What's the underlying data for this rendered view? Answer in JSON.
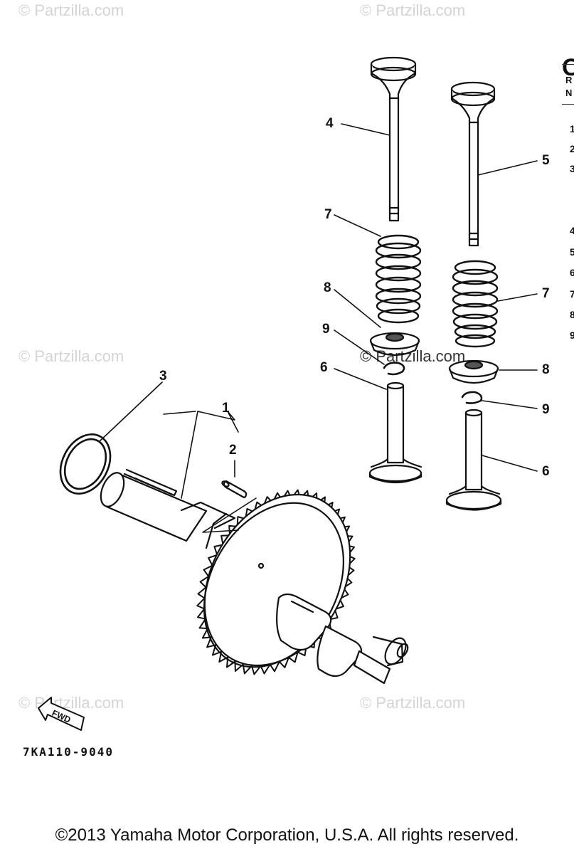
{
  "watermarks": {
    "w1": "© Partzilla.com",
    "w2": "© Partzilla.com",
    "w3": "© Partzilla.com",
    "w4": "© Partzilla.com",
    "w5": "© Partzilla.com",
    "w6": "© Partzilla.com"
  },
  "callouts": {
    "c1": "1",
    "c2": "2",
    "c3": "3",
    "c4": "4",
    "c5": "5",
    "c6a": "6",
    "c6b": "6",
    "c7a": "7",
    "c7b": "7",
    "c8a": "8",
    "c8b": "8",
    "c9a": "9",
    "c9b": "9"
  },
  "parts_list": {
    "title_partial": "C",
    "col_header_line1": "R",
    "col_header_line2": "N",
    "ref_numbers": [
      "1",
      "2",
      "3",
      "4",
      "5",
      "6",
      "7",
      "8",
      "9"
    ]
  },
  "diagram_code": "7KA110-9040",
  "fwd_label": "FWD",
  "copyright": "©2013  Yamaha Motor Corporation, U.S.A. All rights reserved."
}
